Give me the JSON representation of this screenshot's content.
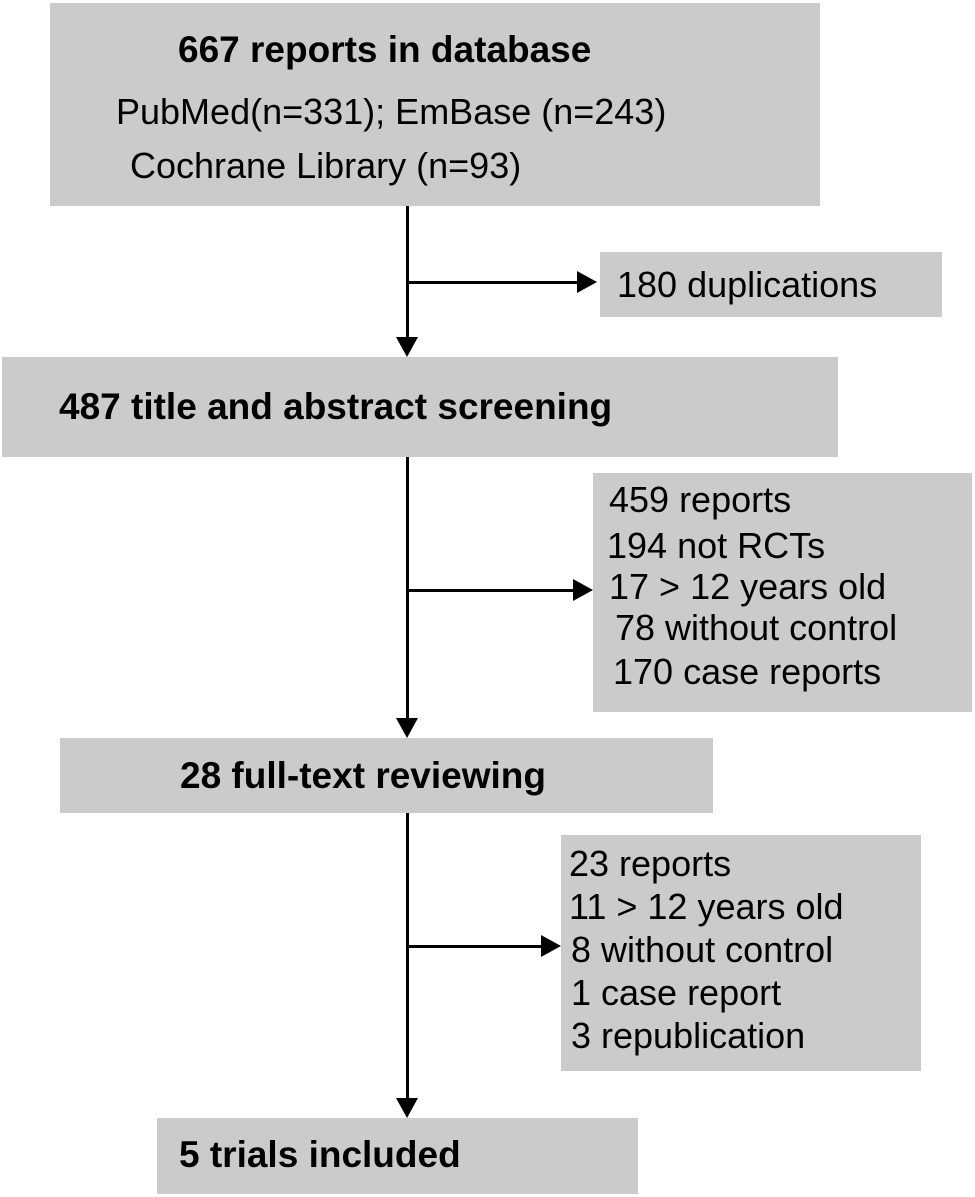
{
  "flowchart": {
    "colors": {
      "box_fill": "#cbcbcb",
      "line": "#000000",
      "background": "#ffffff"
    },
    "stages": [
      {
        "id": "identification",
        "title": "667 reports in database",
        "lines": [
          "PubMed(n=331); EmBase (n=243)",
          "Cochrane Library (n=93)"
        ]
      },
      {
        "id": "screening",
        "title": "487 title and abstract screening"
      },
      {
        "id": "eligibility",
        "title": "28 full-text reviewing"
      },
      {
        "id": "included",
        "title": "5 trials included"
      }
    ],
    "exclusions": [
      {
        "id": "duplicates",
        "lines": [
          "180 duplications"
        ]
      },
      {
        "id": "screening-excluded",
        "lines": [
          "459 reports",
          "194 not RCTs",
          "17 > 12 years old",
          "78 without control",
          "170 case reports"
        ]
      },
      {
        "id": "fulltext-excluded",
        "lines": [
          "23 reports",
          "11 > 12 years old",
          "8 without control",
          "1 case report",
          "3 republication"
        ]
      }
    ]
  }
}
